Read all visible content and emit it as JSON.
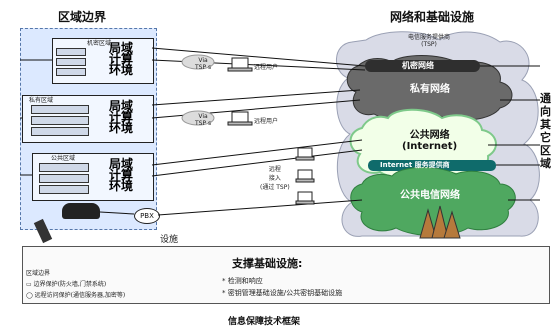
{
  "left_section": {
    "title": "区域边界",
    "facilities_label": "设施",
    "regions": [
      {
        "label": "机密区域",
        "env_lines": [
          "局域",
          "计算",
          "环境"
        ]
      },
      {
        "label": "私有区域",
        "env_lines": [
          "局域",
          "计算",
          "环境"
        ]
      },
      {
        "label": "公共区域",
        "env_lines": [
          "局域",
          "计算",
          "环境"
        ]
      }
    ],
    "pbx_label": "PBX"
  },
  "middle": {
    "via_tsp_1": [
      "Via",
      "TSP s"
    ],
    "via_tsp_2": [
      "Via",
      "TSP s"
    ],
    "remote_user_1": "远程用户",
    "remote_user_2": "远程用户",
    "remote_access": [
      "远程",
      "接入",
      "(通过 TSP)"
    ]
  },
  "right_section": {
    "title": "网络和基础设施",
    "tsp_label": [
      "电信服务提供商",
      "(TSP)"
    ],
    "secret_network": "机密网络",
    "private_network": "私有网络",
    "public_network": [
      "公共网络",
      "(Internet)"
    ],
    "isp_label": "Internet 服务提供商",
    "telecom_network": "公共电信网络",
    "side_text": [
      "通",
      "向",
      "其",
      "它",
      "区",
      "域"
    ]
  },
  "legend": {
    "title": "区域边界",
    "items": [
      "边界保护(防火墙,门禁系统)",
      "远程访问保护(通信服务器,加密等)"
    ]
  },
  "support": {
    "title": "支撑基础设施:",
    "items": [
      "检测和响应",
      "密钥管理基础设施/公共密钥基础设施"
    ]
  },
  "caption": "信息保障技术框架",
  "colors": {
    "region_fill": "#dce9ff",
    "box_fill": "#f2f7ff",
    "dark_band": "#2f2f2f",
    "teal_band": "#0f6b6b",
    "green_cloud": "#7ec98a",
    "light_green_cloud": "#f2ffe8"
  }
}
